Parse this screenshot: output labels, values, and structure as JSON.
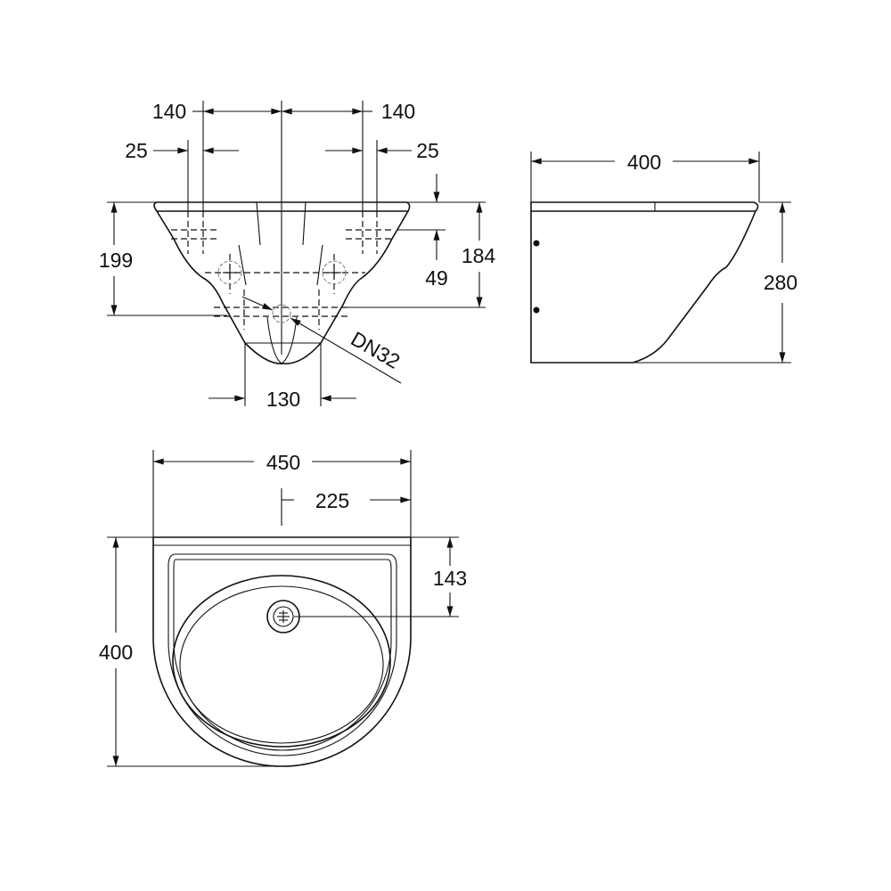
{
  "drawing": {
    "front_view": {
      "dim_top_left_spacing": "140",
      "dim_top_right_spacing": "140",
      "dim_left_hole": "25",
      "dim_right_hole": "25",
      "dim_height_left": "199",
      "dim_height_right": "184",
      "dim_hole_offset": "49",
      "dim_bottom_width": "130",
      "drain_label": "DN32"
    },
    "side_view": {
      "dim_depth": "400",
      "dim_height": "280"
    },
    "top_view": {
      "dim_width": "450",
      "dim_half_width": "225",
      "dim_drain_offset": "143",
      "dim_depth": "400"
    }
  }
}
